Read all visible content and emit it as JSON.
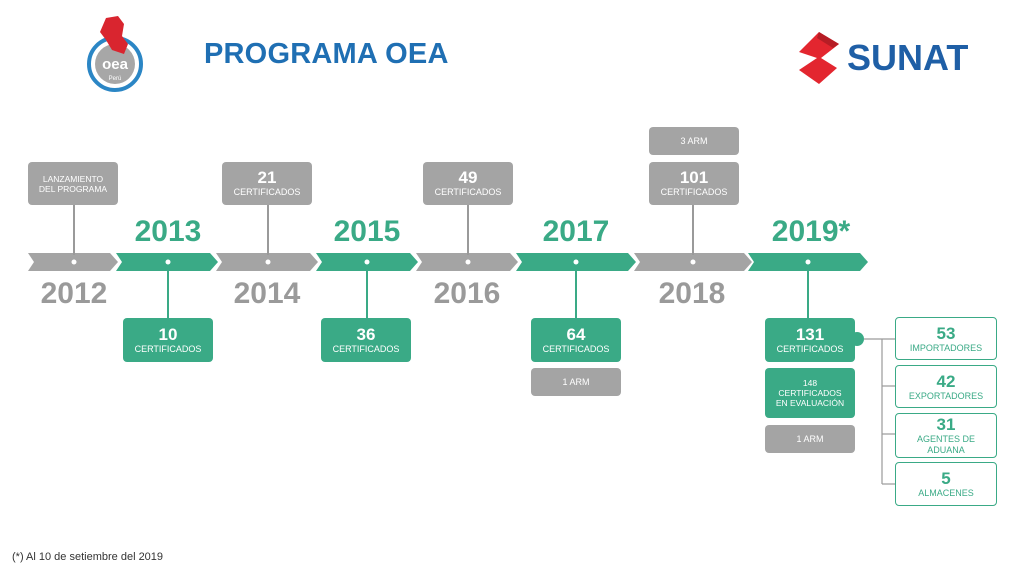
{
  "header": {
    "title": "PROGRAMA OEA",
    "brand_name": "SUNAT",
    "oea_logo_text": "oea",
    "oea_logo_subtext": "Perú"
  },
  "years": {
    "y2012": "2012",
    "y2013": "2013",
    "y2014": "2014",
    "y2015": "2015",
    "y2016": "2016",
    "y2017": "2017",
    "y2018": "2018",
    "y2019": "2019*"
  },
  "milestones": {
    "launch": {
      "label": "LANZAMIENTO DEL PROGRAMA"
    },
    "m2013": {
      "number": "10",
      "label": "CERTIFICADOS"
    },
    "m2014": {
      "number": "21",
      "label": "CERTIFICADOS"
    },
    "m2015": {
      "number": "36",
      "label": "CERTIFICADOS"
    },
    "m2016": {
      "number": "49",
      "label": "CERTIFICADOS"
    },
    "m2017": {
      "number": "64",
      "label": "CERTIFICADOS",
      "arm": "1 ARM"
    },
    "m2018": {
      "number": "101",
      "label": "CERTIFICADOS",
      "arm": "3 ARM"
    },
    "m2019": {
      "number": "131",
      "label": "CERTIFICADOS",
      "evaluation": "148 CERTIFICADOS EN EVALUACIÓN",
      "arm": "1 ARM"
    }
  },
  "breakdown": [
    {
      "number": "53",
      "label": "IMPORTADORES"
    },
    {
      "number": "42",
      "label": "EXPORTADORES"
    },
    {
      "number": "31",
      "label": "AGENTES DE ADUANA"
    },
    {
      "number": "5",
      "label": "ALMACENES"
    }
  ],
  "footnote": "(*) Al 10 de setiembre del 2019",
  "colors": {
    "green": "#3aaa86",
    "gray": "#a4a4a4",
    "title_blue": "#1f6fb3",
    "sunat_red": "#e3262f",
    "sunat_blue": "#1f5fa6"
  },
  "icons": [
    "oea-peru-logo-icon",
    "sunat-logo-icon"
  ]
}
